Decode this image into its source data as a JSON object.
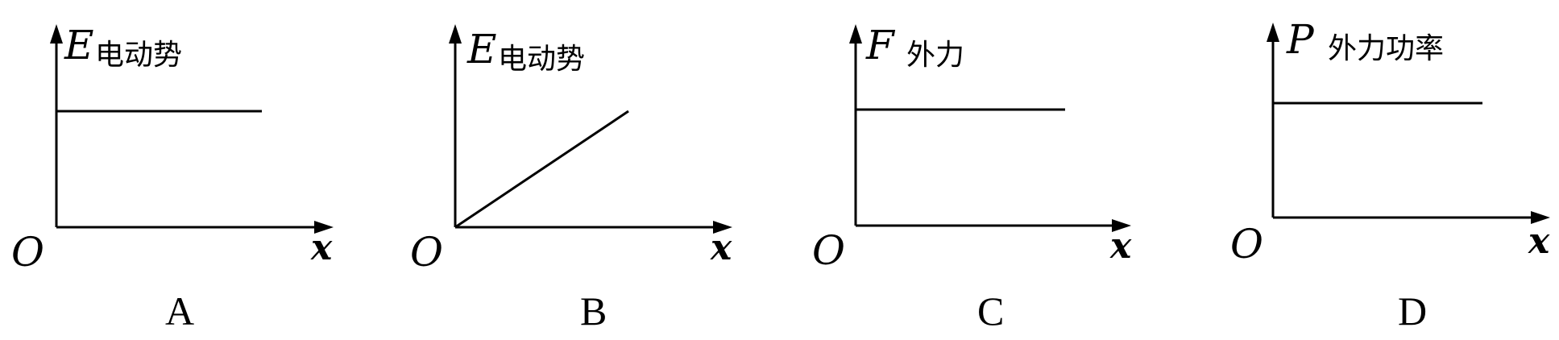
{
  "panels": [
    {
      "caption": "A",
      "y_symbol": "E",
      "y_label": "电动势",
      "x_label": "x",
      "origin": "O",
      "shape": "constant"
    },
    {
      "caption": "B",
      "y_symbol": "E",
      "y_label": "电动势",
      "x_label": "x",
      "origin": "O",
      "shape": "linear-increasing"
    },
    {
      "caption": "C",
      "y_symbol": "F",
      "y_label": "外力",
      "x_label": "x",
      "origin": "O",
      "shape": "constant"
    },
    {
      "caption": "D",
      "y_symbol": "P",
      "y_label": "外力功率",
      "x_label": "x",
      "origin": "O",
      "shape": "constant"
    }
  ]
}
